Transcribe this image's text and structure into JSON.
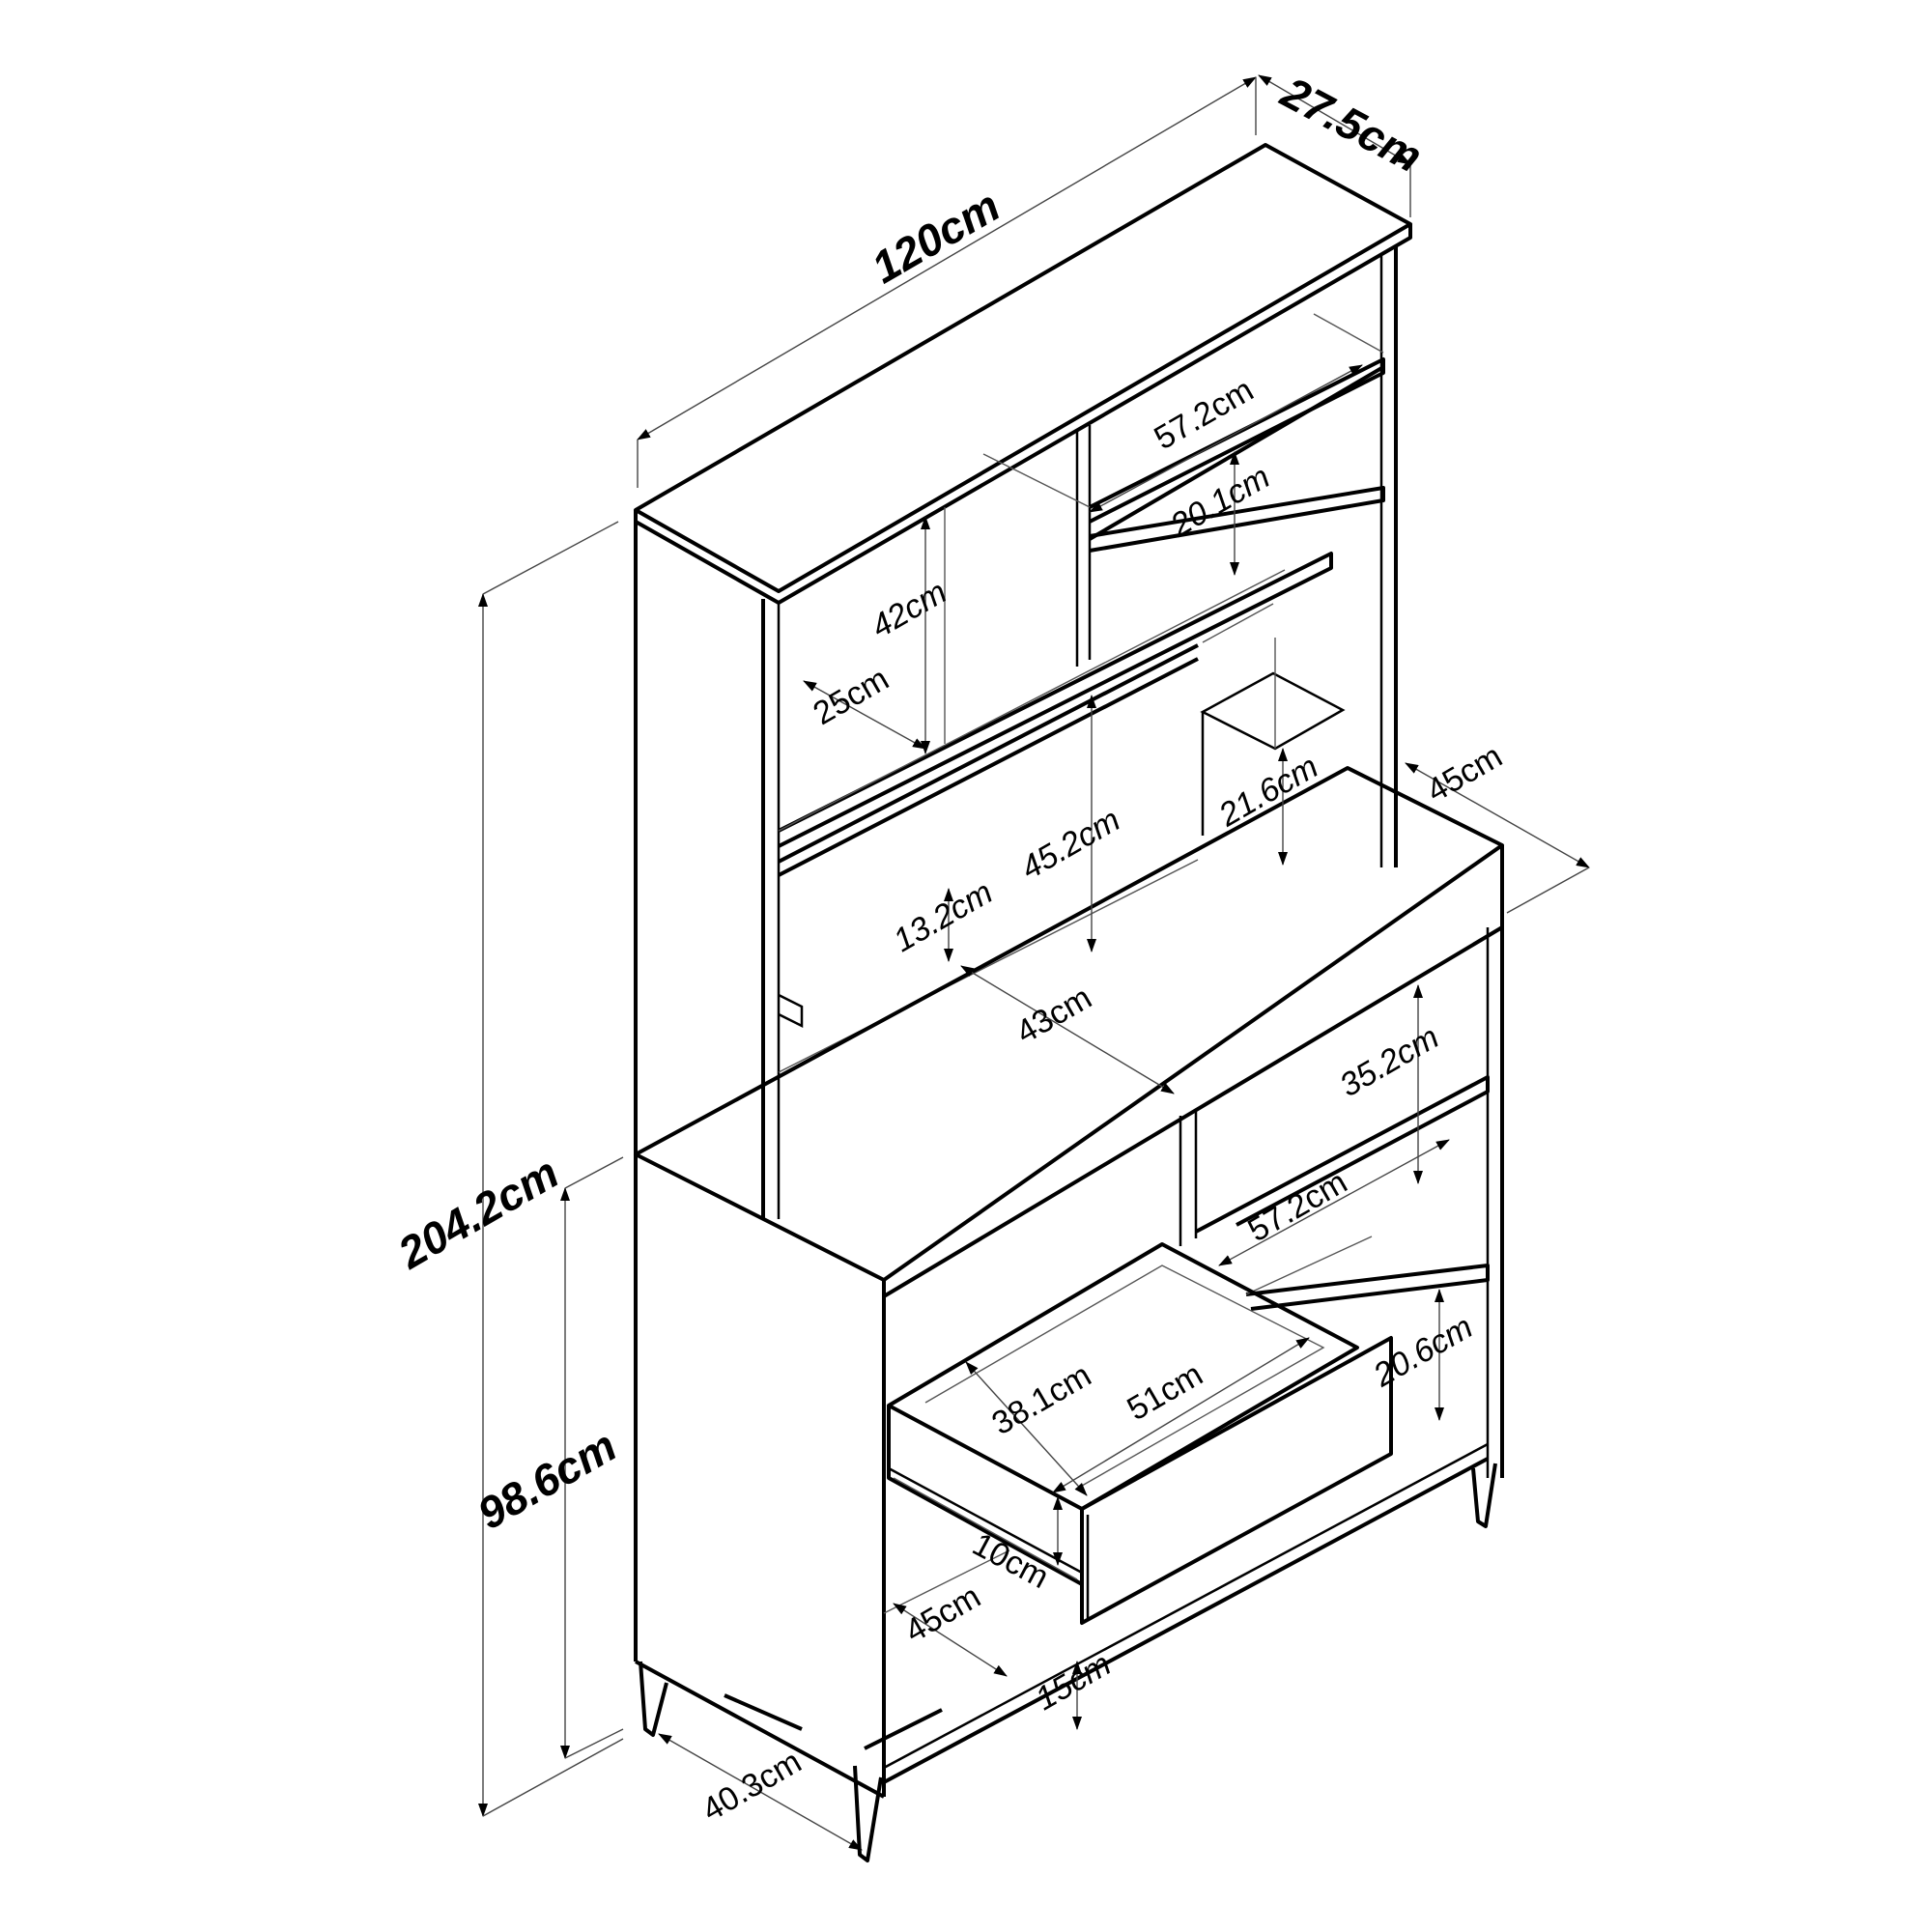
{
  "diagram": {
    "type": "isometric-furniture-dimension-drawing",
    "subject": "Kitchen hutch / buffet cabinet with upper open shelving and drawer",
    "line_color": "#000000",
    "background": "#ffffff"
  },
  "dimensions": {
    "overall_width": "120cm",
    "top_depth": "27.5cm",
    "overall_height": "204.2cm",
    "base_height": "98.6cm",
    "base_depth": "45cm",
    "leg_span_depth": "40.3cm",
    "upper_right_shelf_width": "57.2cm",
    "upper_right_shelf_height": "20.1cm",
    "upper_left_compartment_height": "42cm",
    "upper_left_compartment_depth": "25cm",
    "upper_middle_opening_height": "45.2cm",
    "small_shelf_height": "21.6cm",
    "lower_slot_height": "13.2cm",
    "countertop_depth": "43cm",
    "base_upper_right_height": "35.2cm",
    "base_right_shelf_width": "57.2cm",
    "base_right_lower_height": "20.6cm",
    "drawer_inner_width": "38.1cm",
    "drawer_length": "51cm",
    "drawer_height": "10cm",
    "base_inner_depth": "45cm",
    "leg_height": "15cm"
  }
}
